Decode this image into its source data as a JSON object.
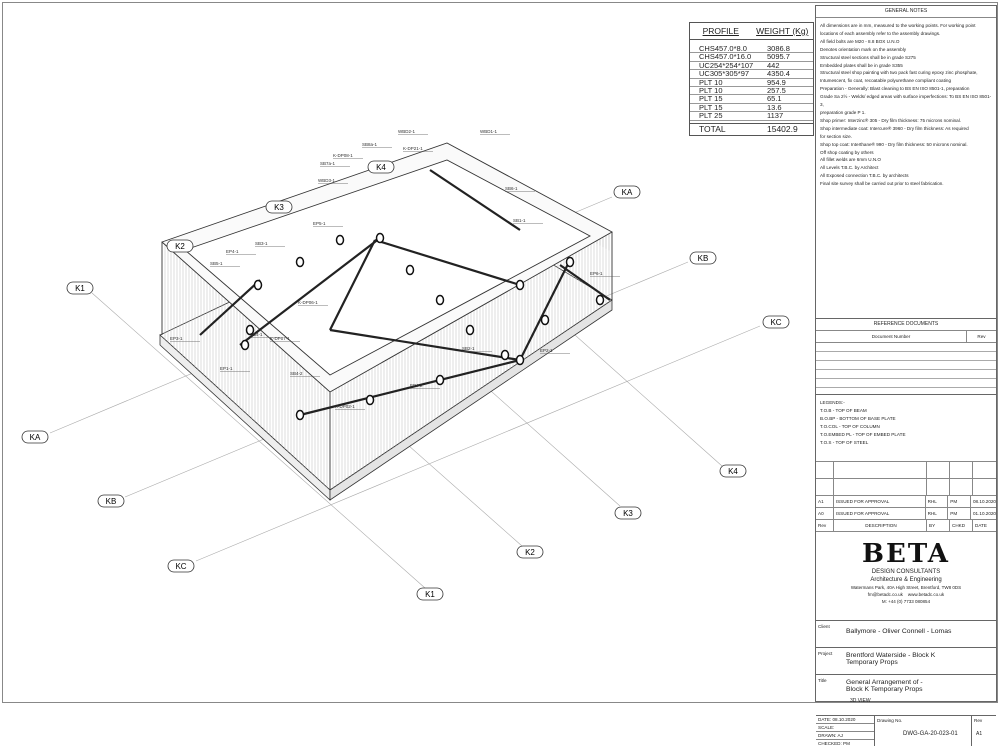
{
  "weight_table": {
    "headers": [
      "PROFILE",
      "WEIGHT (Kg)"
    ],
    "rows": [
      [
        "CHS457.0*8.0",
        "3086.8"
      ],
      [
        "CHS457.0*16.0",
        "5095.7"
      ],
      [
        "UC254*254*107",
        "442"
      ],
      [
        "UC305*305*97",
        "4350.4"
      ],
      [
        "PLT 10",
        "954.9"
      ],
      [
        "PLT 10",
        "257.5"
      ],
      [
        "PLT 15",
        "65.1"
      ],
      [
        "PLT 15",
        "13.6"
      ],
      [
        "PLT 25",
        "1137"
      ]
    ],
    "total_label": "TOTAL",
    "total_value": "15402.9"
  },
  "grid_labels": {
    "k1": "K1",
    "k2": "K2",
    "k3": "K3",
    "k4": "K4",
    "ka": "KA",
    "kb": "KB",
    "kc": "KC"
  },
  "member_labels": [
    "WBD2-1",
    "SB8a-1",
    "K-DP08-1",
    "K-DP21-1",
    "WBD1-1",
    "SB7a-1",
    "WBD3-1",
    "EP5-1",
    "SB3-1",
    "K-DP06-1",
    "EP4-1",
    "SB5-1",
    "SB4-1",
    "EP3-1",
    "K-DP07-1",
    "SB6-1",
    "EP6-1",
    "SB2-1",
    "EP2-1",
    "EP1-1",
    "SB1-1",
    "SB4-2",
    "EP4-2",
    "K-DP02-1"
  ],
  "general_notes": {
    "title": "GENERAL NOTES",
    "lines": [
      "All dimensions are in mm, measured to the working points. For working point",
      "locations of each assembly refer to the assembly drawings.",
      "All field bolts are M20 - 8.8 BOX U.N.O",
      "Denotes orientation mark on the assembly",
      "Structural steel sections shall be in grade S275",
      "Embedded plates shall be in grade S355",
      "Structural steel shop painting with two pack fast curing epoxy zinc phosphate,",
      "Intumescent, fix coat, recoatable polyurethane compliant coating",
      "Preparation - Generally: Blast cleaning to BS EN ISO 8501-1, preparation",
      "Grade Sa 2½ - Welds/ edged areas with surface imperfections: To BS EN ISO 8501-3,",
      "preparation grade P 1.",
      "Shop primer: Interzinc® 305 - Dry film thickness: 75 microns nominal.",
      "Shop intermediate coat: Intercure® 3960 - Dry film thickness: As required",
      "for section size.",
      "Shop top coat: Interthane® 990 - Dry film thickness: 50 microns nominal.",
      "Off shop coating by others",
      "All fillet welds are 6mm U.N.O",
      "All Levels T.B.C. by Architect",
      "All Exposed connection T.B.C. by architects",
      "Final site survey shall be carried out prior to steel fabrication."
    ]
  },
  "reference_documents": {
    "title": "REFERENCE DOCUMENTS",
    "col_document": "Document Number",
    "col_rev": "Rev"
  },
  "legends": {
    "title": "LEGENDS:-",
    "lines": [
      "T.O.B - TOP OF BEAM",
      "B.O.BP - BOTTOM OF BASE PLATE",
      "T.O.COL - TOP OF COLUMN",
      "T.O.EMBED PL - TOP OF EMBED PLATE",
      "T.O.S - TOP OF STEEL"
    ]
  },
  "revisions": {
    "rows": [
      [
        "A1",
        "ISSUED FOR APPROVAL",
        "RHL",
        "PM",
        "08.10.2020"
      ],
      [
        "A0",
        "ISSUED FOR APPROVAL",
        "RHL",
        "PM",
        "01.10.2020"
      ]
    ],
    "header": [
      "Rev",
      "DESCRIPTION",
      "BY",
      "CHKD",
      "DATE"
    ]
  },
  "company": {
    "logo": "BETA",
    "name": "DESIGN CONSULTANTS",
    "tagline": "Architecture & Engineering",
    "address": "Watermans Park, 40A High Street, Brentford, TW8 0DS",
    "email": "fm@betadc.co.uk",
    "web": "www.betadc.co.uk",
    "phone": "M: +44 (0) 7733 080854"
  },
  "title_block": {
    "client_label": "Client",
    "client": "Ballymore - Oliver Connell - Lomas",
    "project_label": "Project",
    "project_1": "Brentford Waterside - Block K",
    "project_2": "Temporary Props",
    "title_label": "Title",
    "title_1": "General Arrangement of -",
    "title_2": "Block K Temporary Props",
    "view": "3D VIEW",
    "date_label": "DATE:",
    "date": "08.10.2020",
    "scale_label": "SCALE:",
    "drawn_label": "DRAWN:",
    "drawn": "AJ",
    "checked_label": "CHECKED:",
    "checked": "PM",
    "drawing_no_label": "Drawing No.",
    "drawing_no": "DWG-GA-20-023-01",
    "rev_label": "Rev",
    "rev": "A1"
  }
}
